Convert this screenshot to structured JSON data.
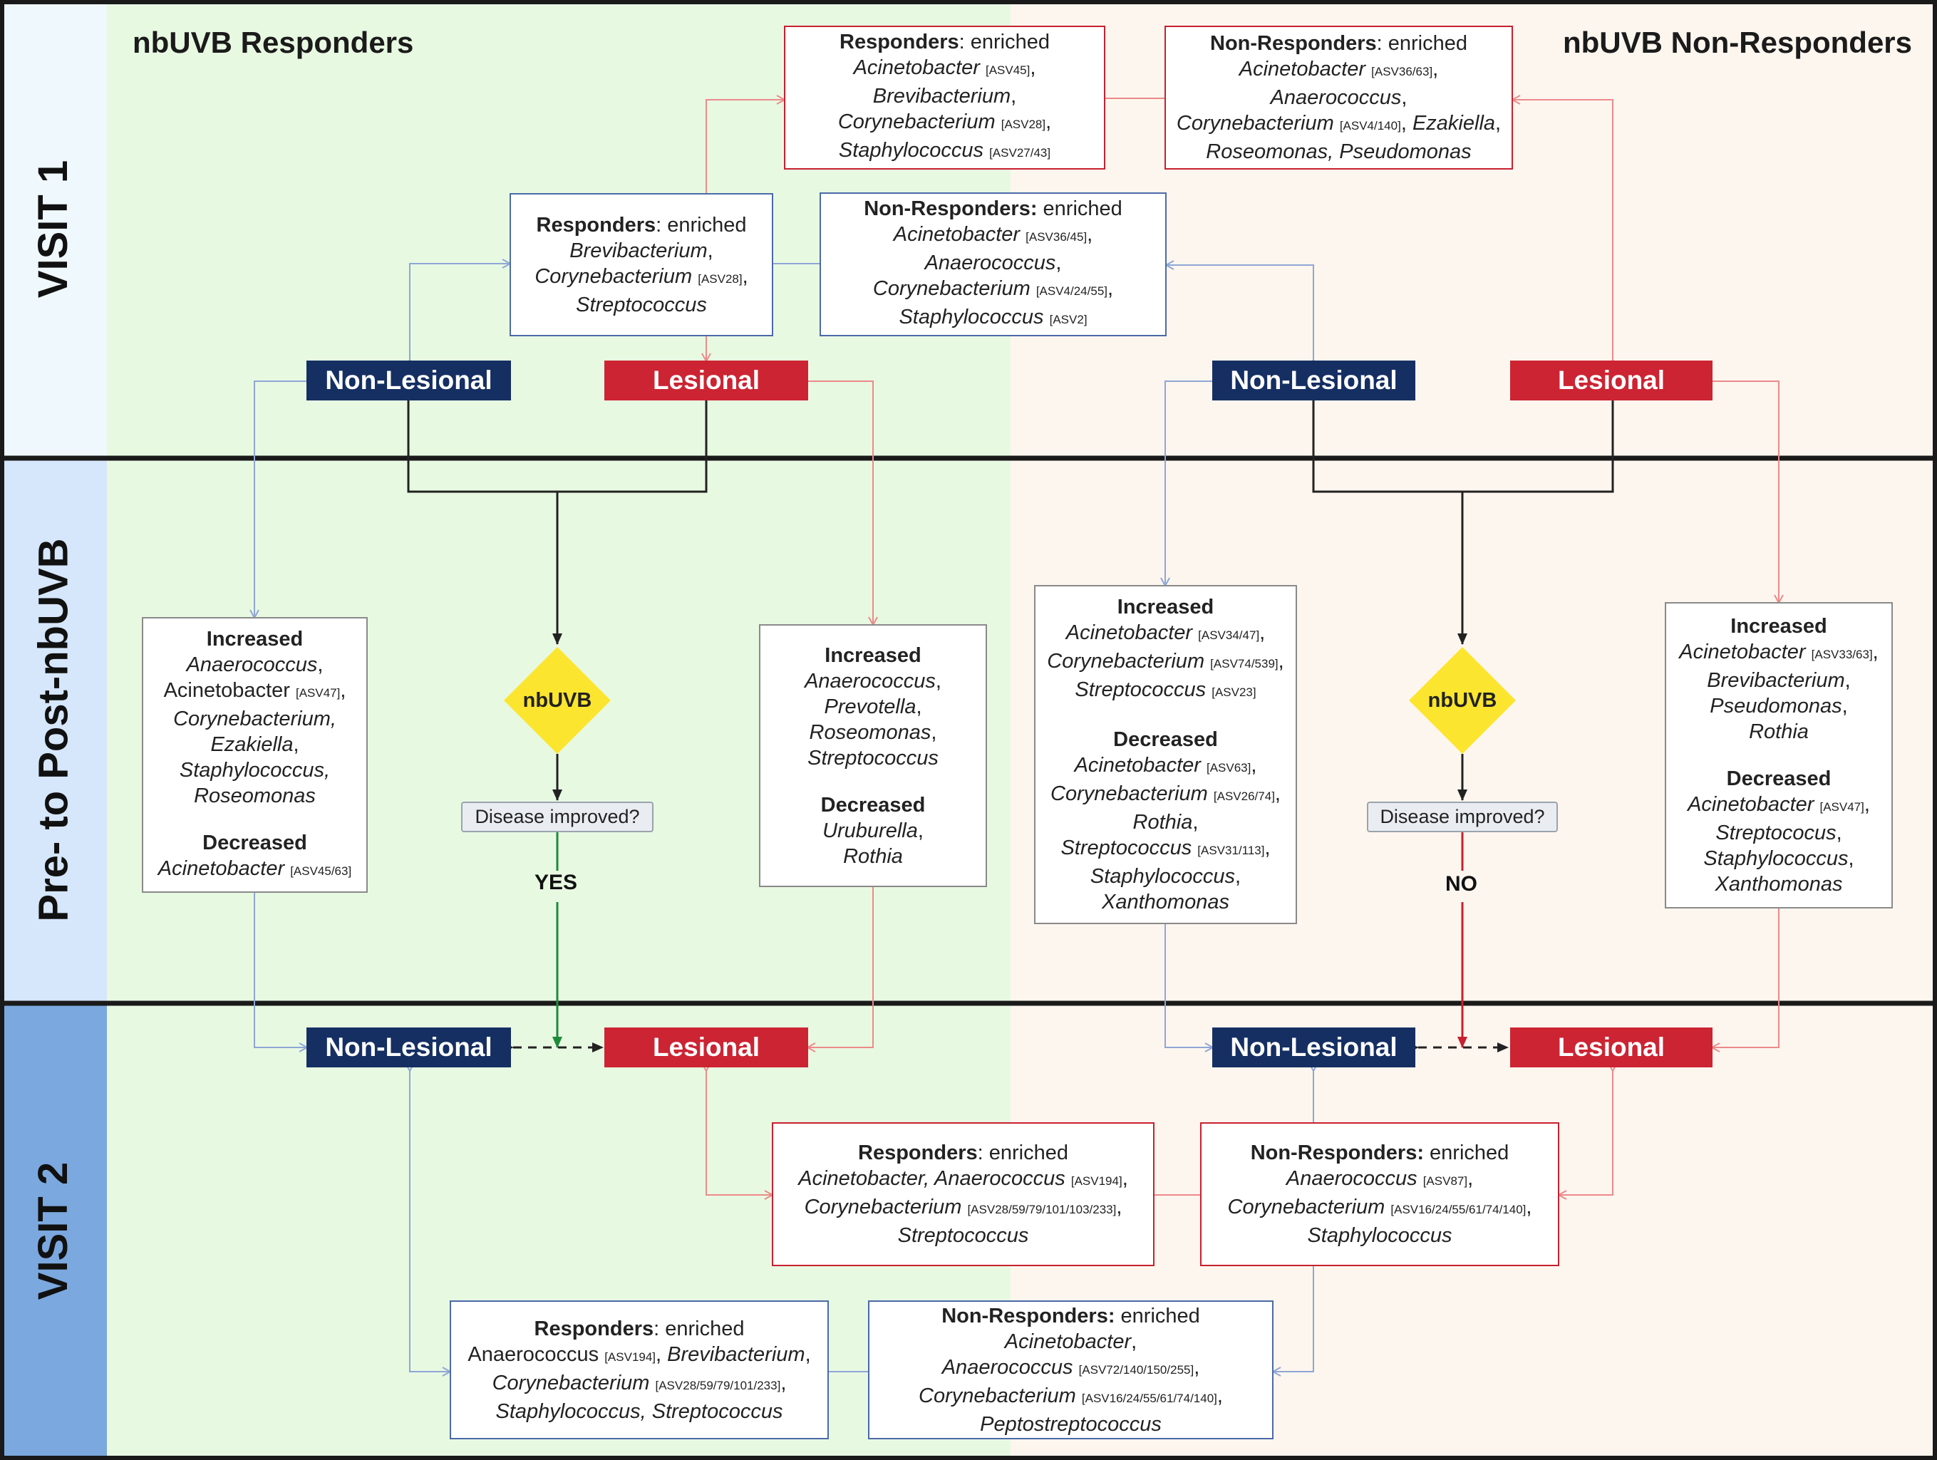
{
  "columns": {
    "responders_title": "nbUVB Responders",
    "nonresponders_title": "nbUVB Non-Responders"
  },
  "bands": {
    "visit1": "VISIT 1",
    "pre_post": "Pre- to Post-nbUVB",
    "visit2": "VISIT 2"
  },
  "labels": {
    "non_lesional": "Non-Lesional",
    "lesional": "Lesional",
    "nbuvb": "nbUVB",
    "disease_improved": "Disease improved?",
    "yes": "YES",
    "no": "NO"
  },
  "v1_lesional_responders": {
    "head": "Responders",
    "head_suffix": ": enriched",
    "a": "Acinetobacter",
    "a_asv": "[ASV45]",
    "a_t": ",",
    "b": "Brevibacterium",
    "b_t": ",",
    "c": "Corynebacterium",
    "c_asv": "[ASV28]",
    "c_t": ",",
    "d": "Staphylococcus",
    "d_asv": "[ASV27/43]"
  },
  "v1_lesional_nonresponders": {
    "head": "Non-Responders",
    "head_suffix": ": enriched",
    "a": "Acinetobacter",
    "a_asv": "[ASV36/63]",
    "a_t": ",",
    "b": "Anaerococcus",
    "b_t": ",",
    "c": "Corynebacterium",
    "c_asv": "[ASV4/140]",
    "c_t": ",",
    "c2": "Ezakiella",
    "c2_t": ",",
    "d": "Roseomonas, Pseudomonas"
  },
  "v1_nonlesional_responders": {
    "head": "Responders",
    "head_suffix": ": enriched",
    "a": "Brevibacterium",
    "a_t": ",",
    "b": "Corynebacterium",
    "b_asv": "[ASV28]",
    "b_t": ",",
    "c": "Streptococcus"
  },
  "v1_nonlesional_nonresponders": {
    "head": "Non-Responders:",
    "head_suffix": " enriched",
    "a": "Acinetobacter",
    "a_asv": "[ASV36/45]",
    "a_t": ",",
    "b": "Anaerococcus",
    "b_t": ",",
    "c": "Corynebacterium",
    "c_asv": "[ASV4/24/55]",
    "c_t": ",",
    "d": "Staphylococcus",
    "d_asv": "[ASV2]"
  },
  "change_resp_nonlesional": {
    "inc": "Increased",
    "i1": "Anaerococcus",
    "i1_t": ",",
    "i2": "Acinetobacter",
    "i2_asv": "[ASV47]",
    "i2_t": ",",
    "i3": "Corynebacterium,",
    "i4": "Ezakiella",
    "i4_t": ",",
    "i5": "Staphylococcus,",
    "i6": "Roseomonas",
    "dec": "Decreased",
    "d1": "Acinetobacter",
    "d1_asv": "[ASV45/63]"
  },
  "change_resp_lesional": {
    "inc": "Increased",
    "i1": "Anaerococcus",
    "i1_t": ",",
    "i2": "Prevotella",
    "i2_t": ",",
    "i3": "Roseomonas",
    "i3_t": ",",
    "i4": "Streptococcus",
    "dec": "Decreased",
    "d1": "Uruburella",
    "d1_t": ",",
    "d2": "Rothia"
  },
  "change_nonresp_nonlesional": {
    "inc": "Increased",
    "i1": "Acinetobacter",
    "i1_asv": "[ASV34/47]",
    "i1_t": ",",
    "i2": "Corynebacterium",
    "i2_asv": "[ASV74/539]",
    "i2_t": ",",
    "i3": "Streptococcus",
    "i3_asv": "[ASV23]",
    "dec": "Decreased",
    "d1": "Acinetobacter",
    "d1_asv": "[ASV63]",
    "d1_t": ",",
    "d2": "Corynebacterium",
    "d2_asv": "[ASV26/74]",
    "d2_t": ",",
    "d3": "Rothia",
    "d3_t": ",",
    "d4": "Streptococcus",
    "d4_asv": "[ASV31/113]",
    "d4_t": ",",
    "d5": "Staphylococcus",
    "d5_t": ",",
    "d6": "Xanthomonas"
  },
  "change_nonresp_lesional": {
    "inc": "Increased",
    "i1": "Acinetobacter",
    "i1_asv": "[ASV33/63]",
    "i1_t": ",",
    "i2": "Brevibacterium",
    "i2_t": ",",
    "i3": "Pseudomonas",
    "i3_t": ",",
    "i4": "Rothia",
    "dec": "Decreased",
    "d1": "Acinetobacter",
    "d1_asv": "[ASV47]",
    "d1_t": ",",
    "d2": "Streptococus",
    "d2_t": ",",
    "d3": "Staphylococcus",
    "d3_t": ",",
    "d4": "Xanthomonas"
  },
  "v2_lesional_responders": {
    "head": "Responders",
    "head_suffix": ": enriched",
    "a": "Acinetobacter, Anaerococcus",
    "a_asv": "[ASV194]",
    "a_t": ",",
    "b": "Corynebacterium",
    "b_asv": "[ASV28/59/79/101/103/233]",
    "b_t": ",",
    "c": "Streptococcus"
  },
  "v2_lesional_nonresponders": {
    "head": "Non-Responders:",
    "head_suffix": " enriched",
    "a": "Anaerococcus",
    "a_asv": "[ASV87]",
    "a_t": ",",
    "b": "Corynebacterium",
    "b_asv": "[ASV16/24/55/61/74/140]",
    "b_t": ",",
    "c": "Staphylococcus"
  },
  "v2_nonlesional_responders": {
    "head": "Responders",
    "head_suffix": ": enriched",
    "a": "Anaerococcus",
    "a_asv": "[ASV194]",
    "a_t": ",",
    "a2": "Brevibacterium",
    "a2_t": ",",
    "b": "Corynebacterium",
    "b_asv": "[ASV28/59/79/101/233]",
    "b_t": ",",
    "c": "Staphylococcus, Streptococcus"
  },
  "v2_nonlesional_nonresponders": {
    "head": "Non-Responders:",
    "head_suffix": " enriched",
    "a": "Acinetobacter",
    "a_t": ",",
    "b": "Anaerococcus",
    "b_asv": "[ASV72/140/150/255]",
    "b_t": ",",
    "c": "Corynebacterium",
    "c_asv": "[ASV16/24/55/61/74/140]",
    "c_t": ",",
    "d": "Peptostreptococcus"
  },
  "colors": {
    "responder_bg": "#e8f9e2",
    "nonresponder_bg": "#fdf6ef",
    "lesional": "#cc2433",
    "nonlesional": "#152f63",
    "decision": "#fce52e",
    "yes_arrow": "#1e8a3a",
    "no_arrow": "#c8202f"
  }
}
